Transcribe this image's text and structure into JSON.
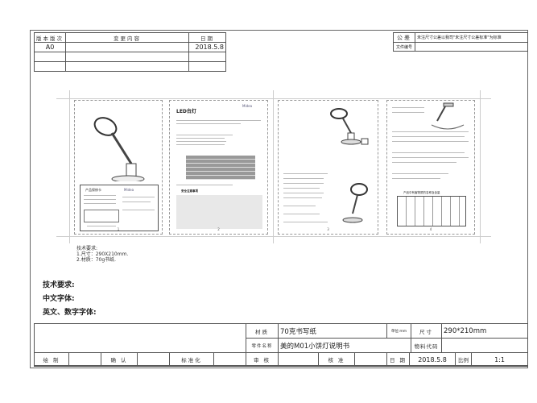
{
  "revision_table": {
    "headers": [
      "版本版次",
      "变更内容",
      "日期"
    ],
    "rows": [
      {
        "version": "A0",
        "change": "",
        "date": "2018.5.8"
      },
      {
        "version": "",
        "change": "",
        "date": ""
      },
      {
        "version": "",
        "change": "",
        "date": ""
      }
    ]
  },
  "tolerance_table": {
    "tolerance_label": "公差",
    "tolerance_value": "未注尺寸公差以我司\"未注尺寸公差标准\"为标准",
    "doc_no_label": "文件编号",
    "doc_no_value": ""
  },
  "pages": {
    "p1": {
      "warranty_title": "产品保修卡",
      "brand": "Midea",
      "number": "1"
    },
    "p2": {
      "title": "LED台灯",
      "brand": "Midea",
      "safety_title": "安全注意事项",
      "number": "2"
    },
    "p3": {
      "number": "3"
    },
    "p4": {
      "table_title": "产品中有害物质的名称及含量",
      "number": "4"
    }
  },
  "page_notes": {
    "title": "技术要求:",
    "line1": "1.尺寸：290X210mm.",
    "line2": "2.材质：70g书纸."
  },
  "requirements": {
    "tech": "技术要求:",
    "chinese_font": "中文字体:",
    "english_font": "英文、数字字体:"
  },
  "title_block": {
    "material_label": "材质",
    "material_value": "70克书写纸",
    "unit_label": "单位:mm",
    "size_label": "尺寸",
    "size_value": "290*210mm",
    "part_name_label": "零件名称",
    "part_name_value": "美的M01小饼灯说明书",
    "material_code_label": "物料代码",
    "material_code_value": "",
    "drawn_label": "绘 制",
    "confirm_label": "确 认",
    "standard_label": "标准化",
    "review_label": "审 核",
    "approve_label": "核 准",
    "date_label": "日 期",
    "date_value": "2018.5.8",
    "scale_label": "比例",
    "scale_value": "1:1"
  }
}
